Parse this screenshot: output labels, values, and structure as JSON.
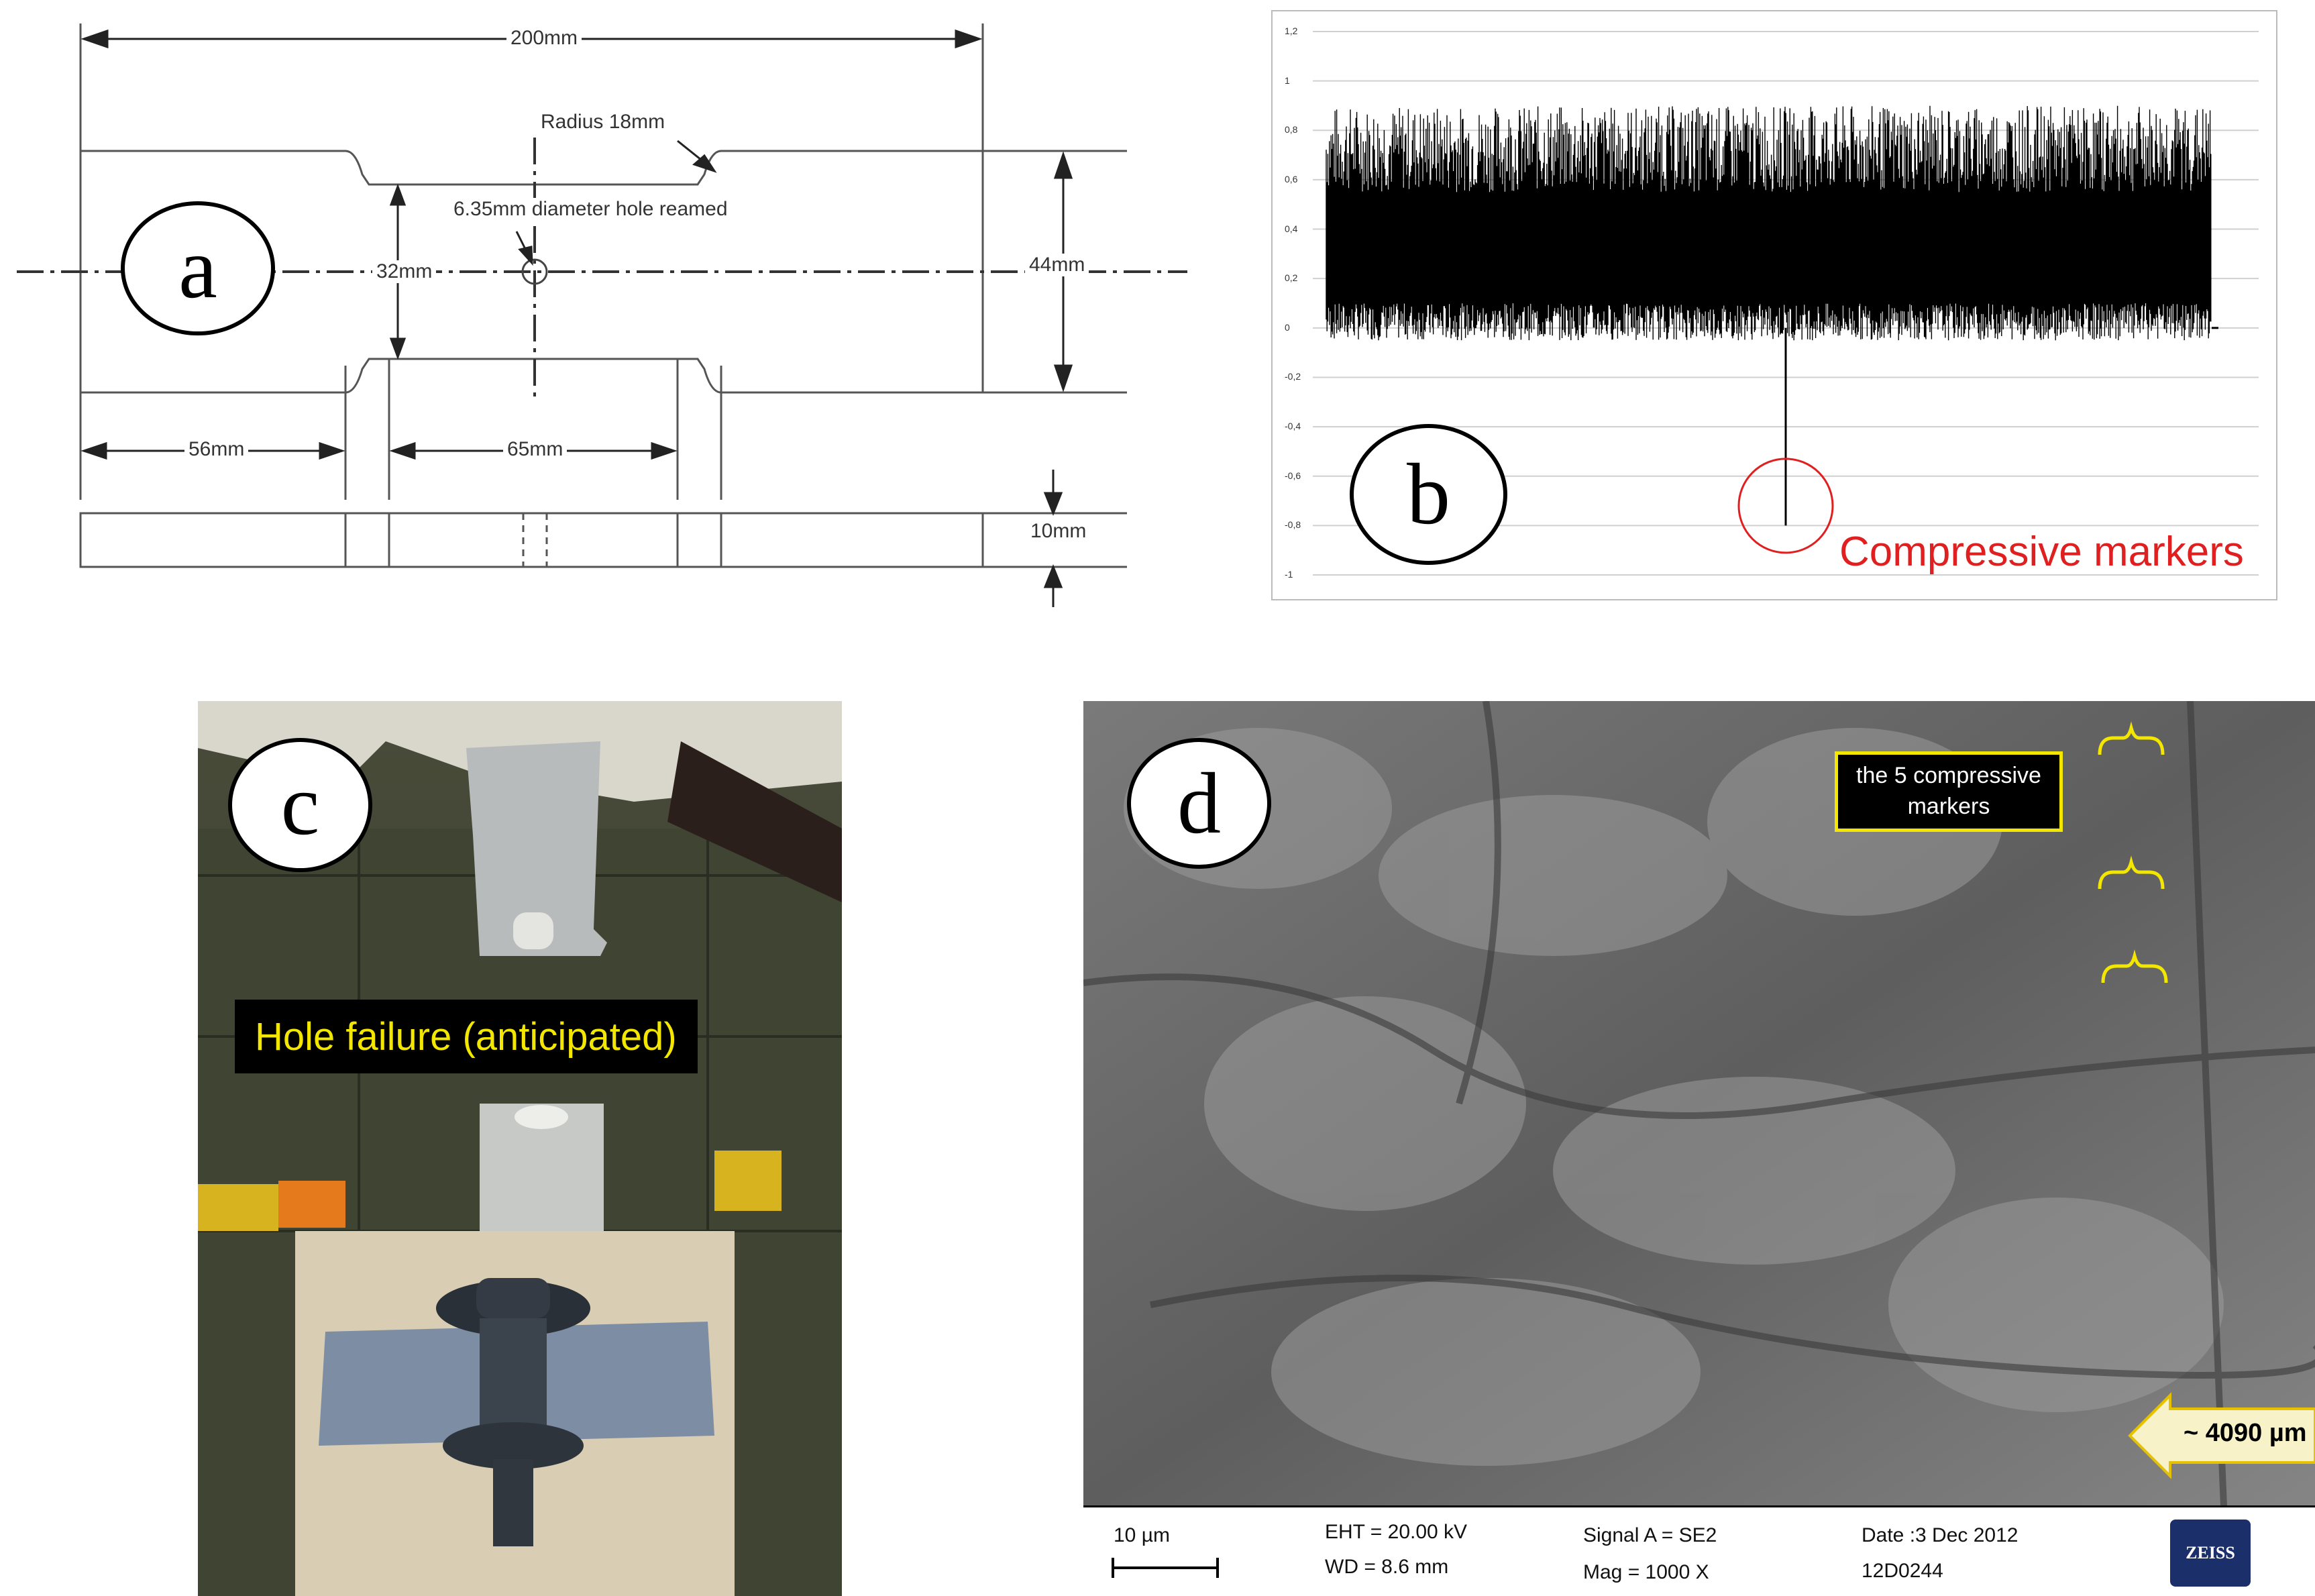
{
  "panel_a": {
    "label": "a",
    "dimensions": {
      "overall_length": "200mm",
      "radius": "Radius 18mm",
      "hole": "6.35mm diameter hole reamed",
      "neck_width": "32mm",
      "full_width": "44mm",
      "grip_length": "56mm",
      "gauge_length": "65mm",
      "thickness": "10mm"
    }
  },
  "panel_b": {
    "label": "b",
    "annotation": "Compressive markers",
    "annotation_color": "#e02020",
    "y_ticks": [
      "1,2",
      "1",
      "0,8",
      "0,6",
      "0,4",
      "0,2",
      "0",
      "-0,2",
      "-0,4",
      "-0,6",
      "-0,8",
      "-1"
    ]
  },
  "panel_c": {
    "label": "c",
    "caption": "Hole failure (anticipated)",
    "caption_color": "#f3e600"
  },
  "panel_d": {
    "label": "d",
    "callout": "the 5 compressive markers",
    "callout_color": "#f3e600",
    "arrow_text": "~ 4090 µm",
    "info": {
      "scale": "10 µm",
      "eht": "EHT = 20.00 kV",
      "wd": "WD =  8.6 mm",
      "signal": "Signal A = SE2",
      "mag": "Mag =   1000 X",
      "date": "Date :3 Dec 2012",
      "id": "12D0244",
      "brand": "ZEISS"
    }
  }
}
